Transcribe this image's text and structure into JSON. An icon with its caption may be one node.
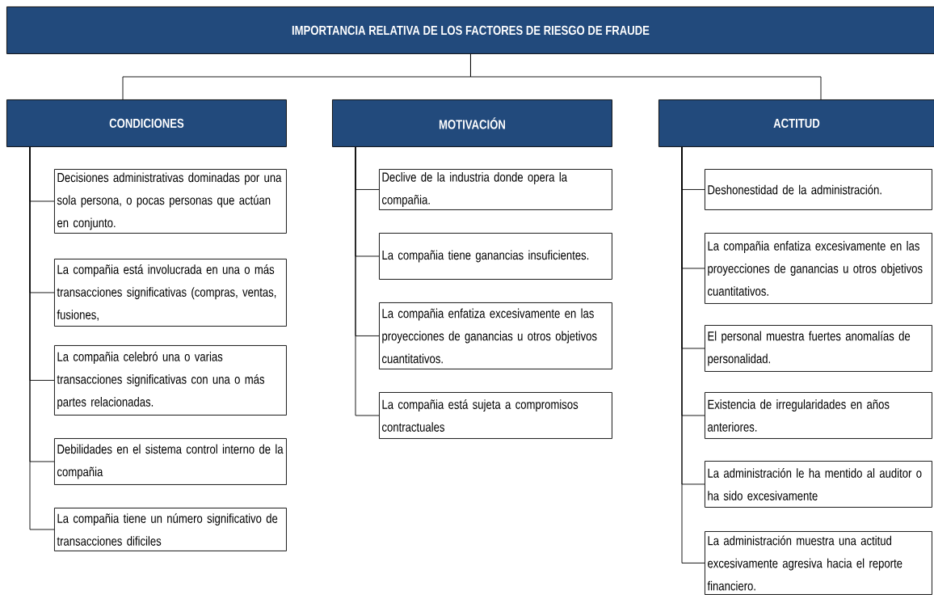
{
  "diagram": {
    "nodes": [
      {
        "text": [
          "IMPORTANCIA RELATIVA DE LOS FACTORES DE RIESGO DE FRAUDE"
        ]
      },
      {
        "text": [
          "CONDICIONES"
        ]
      },
      {
        "text": [
          "Decisiones administrativas dominadas por una sola persona, o pocas personas que actúan en conjunto."
        ]
      },
      {
        "text": [
          "La compañia está involucrada en una o más transacciones significativas (compras, ventas, fusiones,"
        ]
      },
      {
        "text": [
          "La compañia celebró una o varias transacciones significativas con una o más partes relacionadas."
        ]
      },
      {
        "text": [
          "Debilidades en el sistema control interno de la compañia"
        ]
      },
      {
        "text": [
          "La compañia tiene un número significativo de transacciones dificiles"
        ]
      },
      {
        "text": [
          "MOTIVACIÓN"
        ]
      },
      {
        "text": [
          "Declive de la industria donde opera la compañia."
        ]
      },
      {
        "text": [
          "La compañia tiene ganancias insuficientes."
        ]
      },
      {
        "text": [
          "La compañia enfatiza excesivamente en las proyecciones de ganancias u otros objetivos cuantitativos."
        ]
      },
      {
        "text": [
          "La compañia está sujeta a compromisos contractuales"
        ]
      },
      {
        "text": [
          "ACTITUD"
        ]
      },
      {
        "text": [
          "Deshonestidad de la administración."
        ]
      },
      {
        "text": [
          "La compañia enfatiza excesivamente en las proyecciones de ganancias u otros objetivos cuantitativos."
        ]
      },
      {
        "text": [
          "El personal muestra fuertes anomalías de personalidad."
        ]
      },
      {
        "text": [
          "Existencia de irregularidades en años anteriores."
        ]
      },
      {
        "text": [
          "La administración le ha mentido al auditor o ha sido excesivamente"
        ]
      },
      {
        "text": [
          "La administración muestra una actitud excesivamente agresiva hacia el reporte financiero."
        ]
      }
    ],
    "edges": [
      {
        "from": 0,
        "to": 1,
        "arrow": "none"
      },
      {
        "from": 0,
        "to": 12,
        "arrow": "none"
      },
      {
        "from": 1,
        "to": 2,
        "arrow": "none"
      },
      {
        "from": 1,
        "to": 3,
        "arrow": "none"
      },
      {
        "from": 1,
        "to": 4,
        "arrow": "none"
      },
      {
        "from": 1,
        "to": 5,
        "arrow": "none"
      },
      {
        "from": 1,
        "to": 6,
        "arrow": "none"
      },
      {
        "from": 7,
        "to": 8,
        "arrow": "none"
      },
      {
        "from": 7,
        "to": 9,
        "arrow": "none"
      },
      {
        "from": 7,
        "to": 10,
        "arrow": "none"
      },
      {
        "from": 7,
        "to": 11,
        "arrow": "none"
      },
      {
        "from": 12,
        "to": 13,
        "arrow": "none"
      },
      {
        "from": 12,
        "to": 14,
        "arrow": "none"
      },
      {
        "from": 12,
        "to": 15,
        "arrow": "none"
      },
      {
        "from": 12,
        "to": 16,
        "arrow": "none"
      },
      {
        "from": 12,
        "to": 17,
        "arrow": "none"
      },
      {
        "from": 12,
        "to": 18,
        "arrow": "none"
      }
    ]
  }
}
